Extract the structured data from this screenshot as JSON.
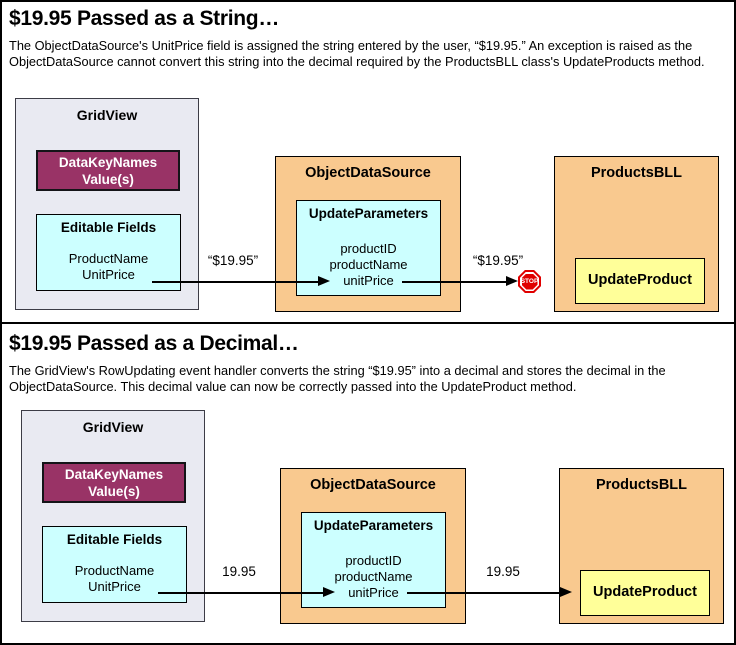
{
  "colors": {
    "gridview_fill": "#e9eaf2",
    "datakeynames_fill": "#993366",
    "cyan_fill": "#ccffff",
    "orange_fill": "#f9c98f",
    "yellow_fill": "#ffff99",
    "stop_red": "#e00000",
    "border": "#000000"
  },
  "panels": [
    {
      "title": "$19.95 Passed as a String…",
      "description": "The ObjectDataSource's UnitPrice field is assigned the string entered by the user, “$19.95.” An exception is raised as the ObjectDataSource cannot convert this string into the decimal required by the ProductsBLL class's UpdateProducts method.",
      "gridview": {
        "title": "GridView",
        "datakeynames_line1": "DataKeyNames",
        "datakeynames_line2": "Value(s)",
        "editable_fields_title": "Editable Fields",
        "field1": "ProductName",
        "field2": "UnitPrice"
      },
      "objectdatasource": {
        "title": "ObjectDataSource",
        "updateparameters_title": "UpdateParameters",
        "param1": "productID",
        "param2": "productName",
        "param3": "unitPrice"
      },
      "productsbll": {
        "title": "ProductsBLL",
        "updateproduct_label": "UpdateProduct"
      },
      "arrow1_label": "“$19.95”",
      "arrow2_label": "“$19.95”",
      "stop_label": "STOP"
    },
    {
      "title": "$19.95 Passed as a Decimal…",
      "description": "The GridView's RowUpdating event handler converts the string “$19.95” into a decimal and stores the decimal in the ObjectDataSource. This decimal value can now be correctly passed into the UpdateProduct method.",
      "gridview": {
        "title": "GridView",
        "datakeynames_line1": "DataKeyNames",
        "datakeynames_line2": "Value(s)",
        "editable_fields_title": "Editable Fields",
        "field1": "ProductName",
        "field2": "UnitPrice"
      },
      "objectdatasource": {
        "title": "ObjectDataSource",
        "updateparameters_title": "UpdateParameters",
        "param1": "productID",
        "param2": "productName",
        "param3": "unitPrice"
      },
      "productsbll": {
        "title": "ProductsBLL",
        "updateproduct_label": "UpdateProduct"
      },
      "arrow1_label": "19.95",
      "arrow2_label": "19.95"
    }
  ]
}
